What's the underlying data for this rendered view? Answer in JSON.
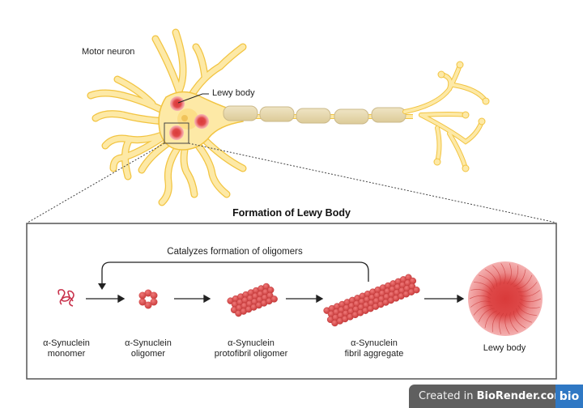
{
  "neuron": {
    "label": "Motor neuron",
    "lewy_body_callout": "Lewy body"
  },
  "panel": {
    "title": "Formation of Lewy Body",
    "feedback_label": "Catalyzes formation of oligomers",
    "stages": [
      {
        "line1": "α-Synuclein",
        "line2": "monomer"
      },
      {
        "line1": "α-Synuclein",
        "line2": "oligomer"
      },
      {
        "line1": "α-Synuclein",
        "line2": "protofibril oligomer"
      },
      {
        "line1": "α-Synuclein",
        "line2": "fibril aggregate"
      },
      {
        "line1": "Lewy body",
        "line2": ""
      }
    ]
  },
  "watermark": {
    "prefix": "Created in ",
    "brand": "BioRender.com",
    "logo": "bio"
  },
  "colors": {
    "neuron_fill": "#fde9a6",
    "neuron_stroke": "#f2c441",
    "myelin": "#e2d3a8",
    "protein_red": "#d94a4a",
    "box_stroke": "#555555"
  }
}
